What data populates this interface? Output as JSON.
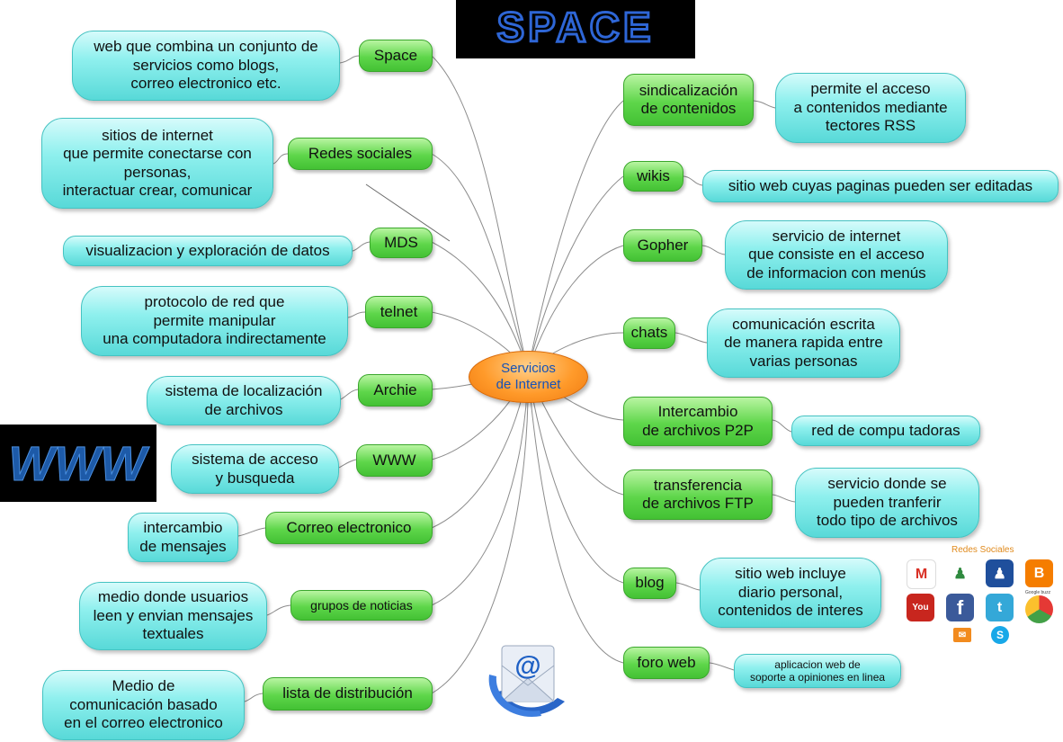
{
  "center": {
    "label": "Servicios\nde Internet"
  },
  "left": [
    {
      "label": "Space",
      "desc": "web que combina un conjunto de\nservicios como blogs,\ncorreo electronico etc."
    },
    {
      "label": "Redes sociales",
      "desc": "sitios de internet\nque permite conectarse con\npersonas,\ninteractuar crear, comunicar"
    },
    {
      "label": "MDS",
      "desc": "visualizacion y exploración de datos"
    },
    {
      "label": "telnet",
      "desc": "protocolo de red que\npermite manipular\nuna computadora indirectamente"
    },
    {
      "label": "Archie",
      "desc": "sistema de localización\nde archivos"
    },
    {
      "label": "WWW",
      "desc": "sistema de acceso\ny busqueda"
    },
    {
      "label": "Correo electronico",
      "desc": "intercambio\nde mensajes"
    },
    {
      "label": "grupos de noticias",
      "desc": "medio donde usuarios\nleen y envian mensajes\ntextuales"
    },
    {
      "label": "lista de distribución",
      "desc": "Medio de\ncomunicación basado\nen el correo electronico"
    }
  ],
  "right": [
    {
      "label": "sindicalización\nde contenidos",
      "desc": "permite el acceso\na contenidos mediante\ntectores RSS"
    },
    {
      "label": "wikis",
      "desc": "sitio web cuyas paginas pueden ser editadas"
    },
    {
      "label": "Gopher",
      "desc": "servicio de internet\nque consiste en el acceso\nde informacion con menús"
    },
    {
      "label": "chats",
      "desc": "comunicación escrita\nde manera rapida entre\nvarias personas"
    },
    {
      "label": "Intercambio\nde archivos P2P",
      "desc": "red de compu tadoras"
    },
    {
      "label": "transferencia\nde archivos FTP",
      "desc": "servicio donde se\npueden tranferir\ntodo tipo de archivos"
    },
    {
      "label": "blog",
      "desc": "sitio web incluye\ndiario personal,\ncontenidos de interes"
    },
    {
      "label": "foro web",
      "desc": "aplicacion web de\nsoporte a opiniones en linea"
    }
  ],
  "images": {
    "space_banner": "SPACE",
    "www_banner": "WWW",
    "redes_title": "Redes Sociales",
    "google_text": "Google buzz"
  },
  "colors": {
    "branch": "#ffffff",
    "line": "#8c8c8c",
    "center_text": "#1652b6"
  }
}
